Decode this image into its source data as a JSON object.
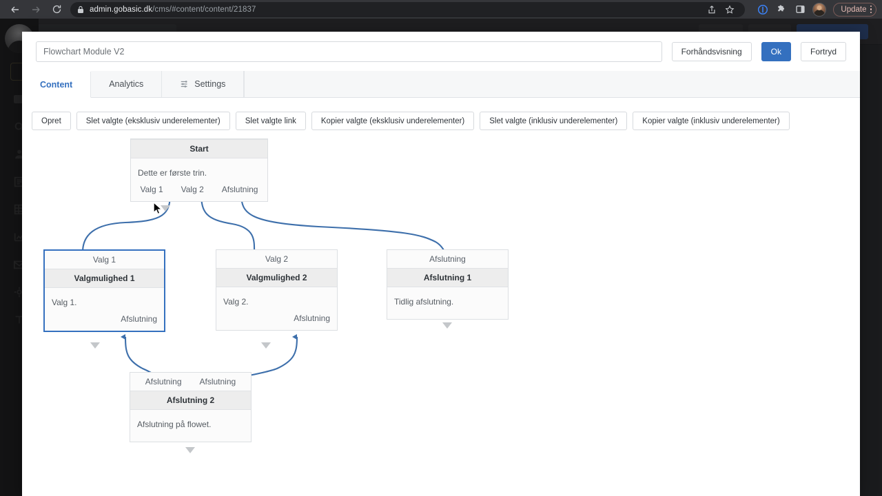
{
  "browser": {
    "back_icon": "back-arrow-icon",
    "forward_icon": "forward-arrow-icon",
    "reload_icon": "reload-icon",
    "lock_icon": "lock-icon",
    "url_domain": "admin.gobasic.dk",
    "url_path": "/cms/#content/content/21837",
    "share_icon": "share-icon",
    "bookmark_icon": "star-icon",
    "password_manager_icon": "password-manager-icon",
    "extensions_icon": "puzzle-piece-icon",
    "sidepanel_icon": "side-panel-icon",
    "profile_icon": "profile-avatar-icon",
    "update_label": "Update",
    "menu_icon": "kebab-menu-icon"
  },
  "modal": {
    "title_value": "Flowchart Module V2",
    "title_placeholder": "Flowchart Module V2",
    "buttons": {
      "preview": "Forhåndsvisning",
      "ok": "Ok",
      "cancel": "Fortryd"
    },
    "accent_color": "#3470bf"
  },
  "tabs": [
    {
      "label": "Content",
      "icon": "",
      "active": true
    },
    {
      "label": "Analytics",
      "icon": "",
      "active": false
    },
    {
      "label": "Settings",
      "icon": "sliders-icon",
      "active": false
    }
  ],
  "toolbar": [
    "Opret",
    "Slet valgte (eksklusiv underelementer)",
    "Slet valgte link",
    "Kopier valgte (eksklusiv underelementer)",
    "Slet valgte (inklusiv underelementer)",
    "Kopier valgte (inklusiv underelementer)"
  ],
  "flowchart": {
    "nodes": [
      {
        "id": "start",
        "in_labels": [],
        "title": "Start",
        "body": "Dette er første trin.",
        "out_labels": [
          "Valg 1",
          "Valg 2",
          "Afslutning"
        ],
        "selected": false
      },
      {
        "id": "valgmulighed1",
        "in_labels": [
          "Valg 1"
        ],
        "title": "Valgmulighed 1",
        "body": "Valg 1.",
        "out_labels": [
          "Afslutning"
        ],
        "selected": true
      },
      {
        "id": "valgmulighed2",
        "in_labels": [
          "Valg 2"
        ],
        "title": "Valgmulighed 2",
        "body": "Valg 2.",
        "out_labels": [
          "Afslutning"
        ],
        "selected": false
      },
      {
        "id": "afslutning1",
        "in_labels": [
          "Afslutning"
        ],
        "title": "Afslutning 1",
        "body": "Tidlig afslutning.",
        "out_labels": [],
        "selected": false
      },
      {
        "id": "afslutning2",
        "in_labels": [
          "Afslutning",
          "Afslutning"
        ],
        "title": "Afslutning 2",
        "body": "Afslutning på flowet.",
        "out_labels": [],
        "selected": false
      }
    ],
    "connector_color": "#3d6fab",
    "stub_arrow_color": "#c4c7ca"
  }
}
